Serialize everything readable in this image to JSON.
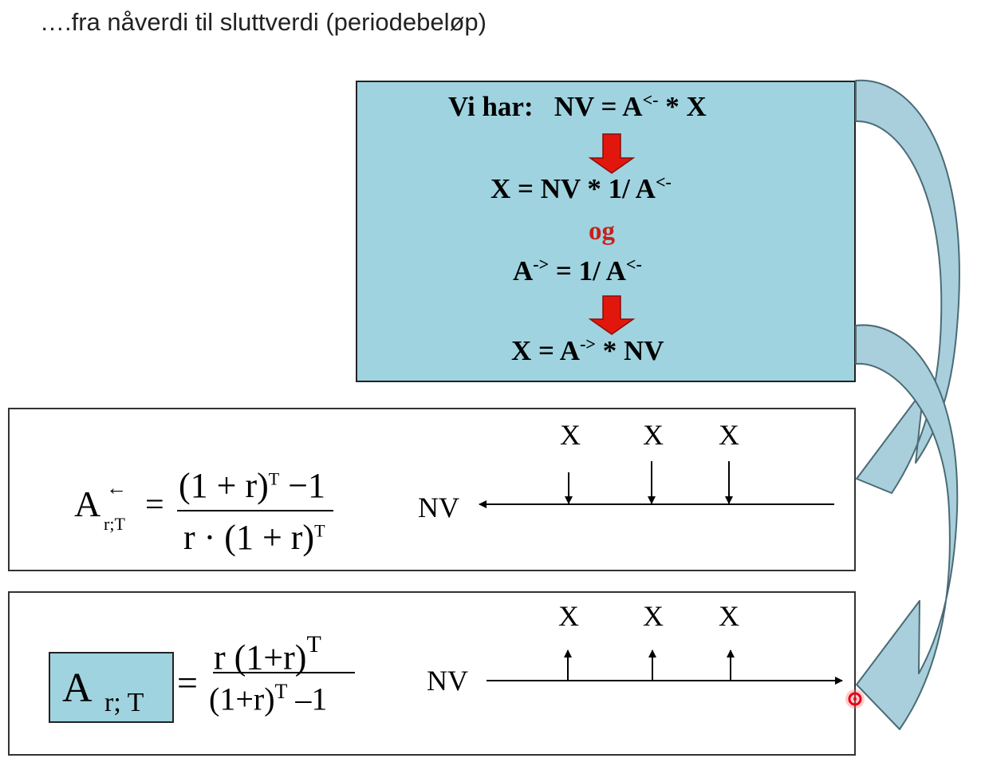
{
  "heading": "….fra nåverdi til sluttverdi (periodebeløp)",
  "box": {
    "vi_har": "Vi har:",
    "eq1_a": "NV = A",
    "eq1_sup": "<-",
    "eq1_b": " * X",
    "eq2_a": "X = NV *  1/ A",
    "eq2_sup": "<-",
    "og": "og",
    "eq3_a": "A",
    "eq3_sup1": "->",
    "eq3_b": "  =   1/ A",
    "eq3_sup2": "<-",
    "eq4_a": "X = A",
    "eq4_sup": "->",
    "eq4_b": " * NV"
  },
  "formula1": {
    "A": "A",
    "arrow": "←",
    "sub": "r;T",
    "eq": "=",
    "num_base": "(1 + r)",
    "num_exp": "T",
    "num_tail": " −1",
    "den_base": "r · (1 + r)",
    "den_exp": "T"
  },
  "formula2": {
    "A": "A",
    "sub": "r; T",
    "eq": "=",
    "num_base": "r (1+r)",
    "num_exp": "T",
    "den_base": "(1+r)",
    "den_exp": "T",
    "den_tail": " –1"
  },
  "timeline1": {
    "nv": "NV",
    "x1": "X",
    "x2": "X",
    "x3": "X"
  },
  "timeline2": {
    "nv": "NV",
    "x1": "X",
    "x2": "X",
    "x3": "X"
  },
  "colors": {
    "box_fill": "#9fd3df",
    "down_arrow": "#e1170e",
    "og": "#c8201a",
    "curve": "#9cc7d4",
    "pointer": "#e8001a"
  }
}
